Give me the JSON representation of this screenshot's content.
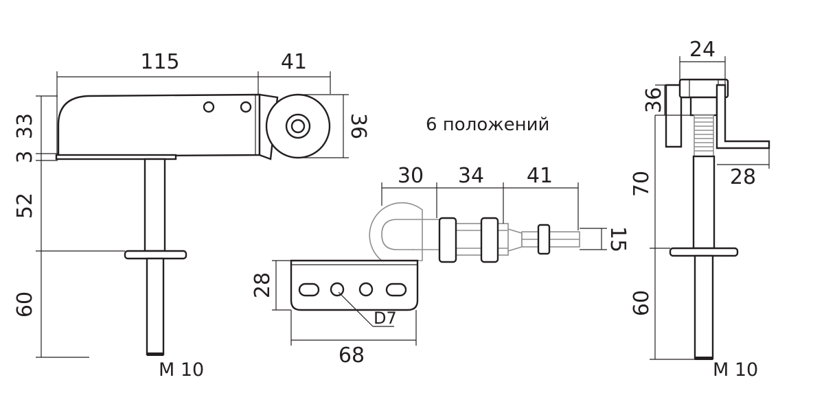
{
  "positions_note": "6 положений",
  "side_view": {
    "dim_length": "115",
    "dim_wheel": "41",
    "dim_height_33": "33",
    "dim_plate_3": "3",
    "dim_wheel_36": "36",
    "dim_stem_52": "52",
    "dim_thread_60": "60",
    "thread_label": "M 10"
  },
  "top_view": {
    "dim_30": "30",
    "dim_34": "34",
    "dim_41": "41",
    "dim_15": "15",
    "dim_28": "28",
    "dim_68": "68",
    "hole_label": "D7"
  },
  "front_view": {
    "dim_24": "24",
    "dim_36": "36",
    "dim_28": "28",
    "dim_70": "70",
    "dim_60": "60",
    "thread_label": "M 10"
  }
}
